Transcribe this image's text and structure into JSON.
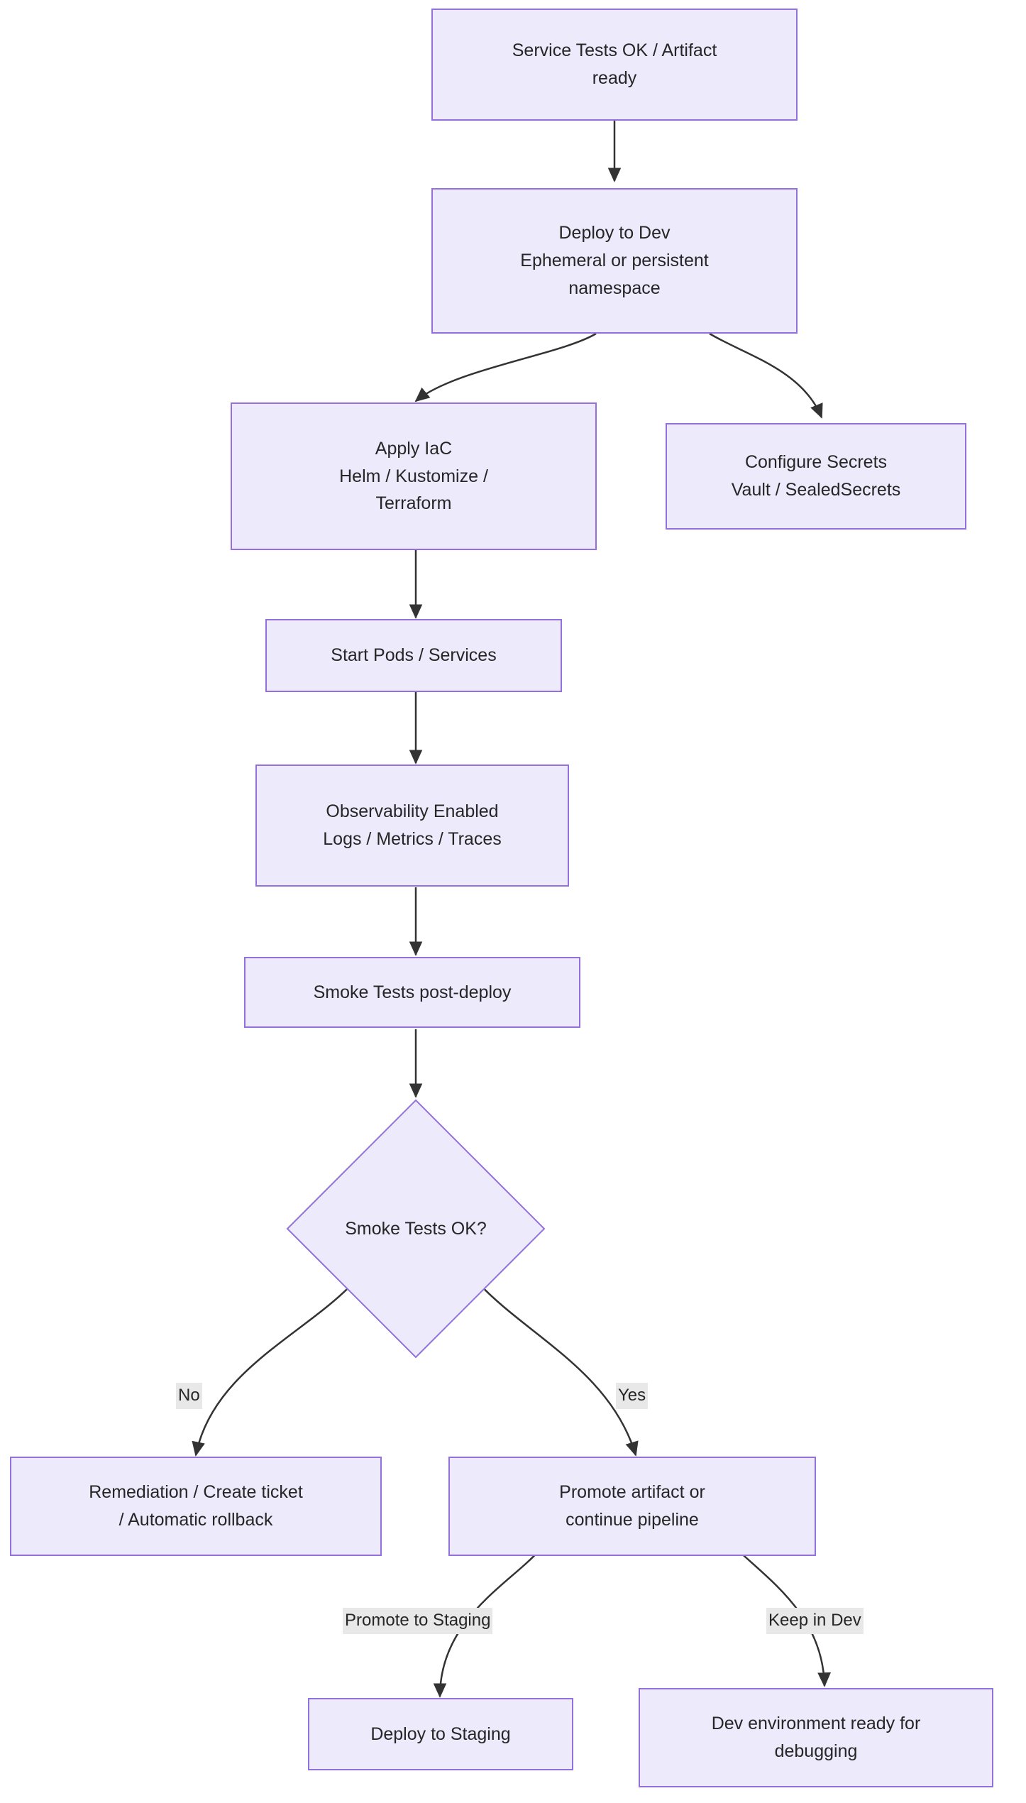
{
  "diagram": {
    "type": "flowchart",
    "direction": "top-to-bottom",
    "title": "",
    "theme": {
      "node_fill": "#ECEAFB",
      "node_border": "#9370DB",
      "node_text": "#262626",
      "edge_stroke": "#333333",
      "edge_label_bg": "#E8E8E8",
      "background": "#FFFFFF"
    },
    "nodes": [
      {
        "id": "start",
        "shape": "rect",
        "label": "Service Tests OK / Artifact\nready"
      },
      {
        "id": "deploy_dev",
        "shape": "rect",
        "label": "Deploy to Dev\nEphemeral or persistent\nnamespace"
      },
      {
        "id": "apply_iac",
        "shape": "rect",
        "label": "Apply IaC\nHelm / Kustomize /\nTerraform"
      },
      {
        "id": "secrets",
        "shape": "rect",
        "label": "Configure Secrets\nVault / SealedSecrets"
      },
      {
        "id": "start_pods",
        "shape": "rect",
        "label": "Start Pods / Services"
      },
      {
        "id": "observability",
        "shape": "rect",
        "label": "Observability Enabled\nLogs / Metrics / Traces"
      },
      {
        "id": "smoke_tests",
        "shape": "rect",
        "label": "Smoke Tests post-deploy"
      },
      {
        "id": "smoke_ok",
        "shape": "diamond",
        "label": "Smoke Tests OK?"
      },
      {
        "id": "remediation",
        "shape": "rect",
        "label": "Remediation / Create ticket\n/ Automatic rollback"
      },
      {
        "id": "promote",
        "shape": "rect",
        "label": "Promote artifact or\ncontinue pipeline"
      },
      {
        "id": "deploy_staging",
        "shape": "rect",
        "label": "Deploy to Staging"
      },
      {
        "id": "dev_ready",
        "shape": "rect",
        "label": "Dev environment ready for\ndebugging"
      }
    ],
    "edges": [
      {
        "from": "start",
        "to": "deploy_dev",
        "label": ""
      },
      {
        "from": "deploy_dev",
        "to": "apply_iac",
        "label": ""
      },
      {
        "from": "deploy_dev",
        "to": "secrets",
        "label": ""
      },
      {
        "from": "apply_iac",
        "to": "start_pods",
        "label": ""
      },
      {
        "from": "start_pods",
        "to": "observability",
        "label": ""
      },
      {
        "from": "observability",
        "to": "smoke_tests",
        "label": ""
      },
      {
        "from": "smoke_tests",
        "to": "smoke_ok",
        "label": ""
      },
      {
        "from": "smoke_ok",
        "to": "remediation",
        "label": "No"
      },
      {
        "from": "smoke_ok",
        "to": "promote",
        "label": "Yes"
      },
      {
        "from": "promote",
        "to": "deploy_staging",
        "label": "Promote to Staging"
      },
      {
        "from": "promote",
        "to": "dev_ready",
        "label": "Keep in Dev"
      }
    ],
    "edge_labels": {
      "no": "No",
      "yes": "Yes",
      "promote_to_staging": "Promote to Staging",
      "keep_in_dev": "Keep in Dev"
    }
  }
}
